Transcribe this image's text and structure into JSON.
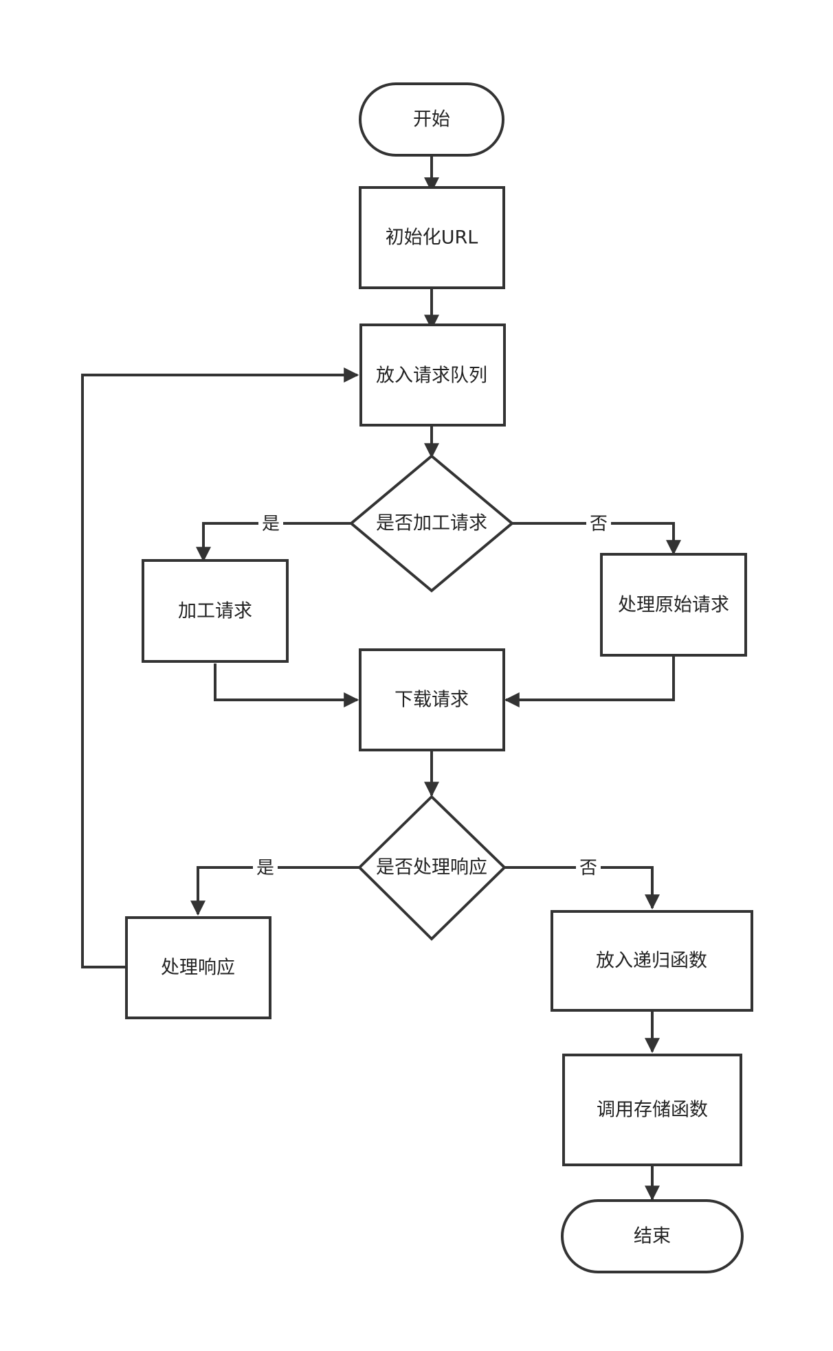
{
  "nodes": {
    "start": "开始",
    "init_url": "初始化URL",
    "enqueue": "放入请求队列",
    "decision_process_request": "是否加工请求",
    "process_request": "加工请求",
    "handle_raw_request": "处理原始请求",
    "download_request": "下载请求",
    "decision_handle_response": "是否处理响应",
    "handle_response": "处理响应",
    "recursive_function": "放入递归函数",
    "call_storage_function": "调用存储函数",
    "end": "结束"
  },
  "edge_labels": {
    "yes_1": "是",
    "no_1": "否",
    "yes_2": "是",
    "no_2": "否"
  },
  "colors": {
    "stroke": "#333333",
    "text": "#222222",
    "background": "#ffffff"
  }
}
